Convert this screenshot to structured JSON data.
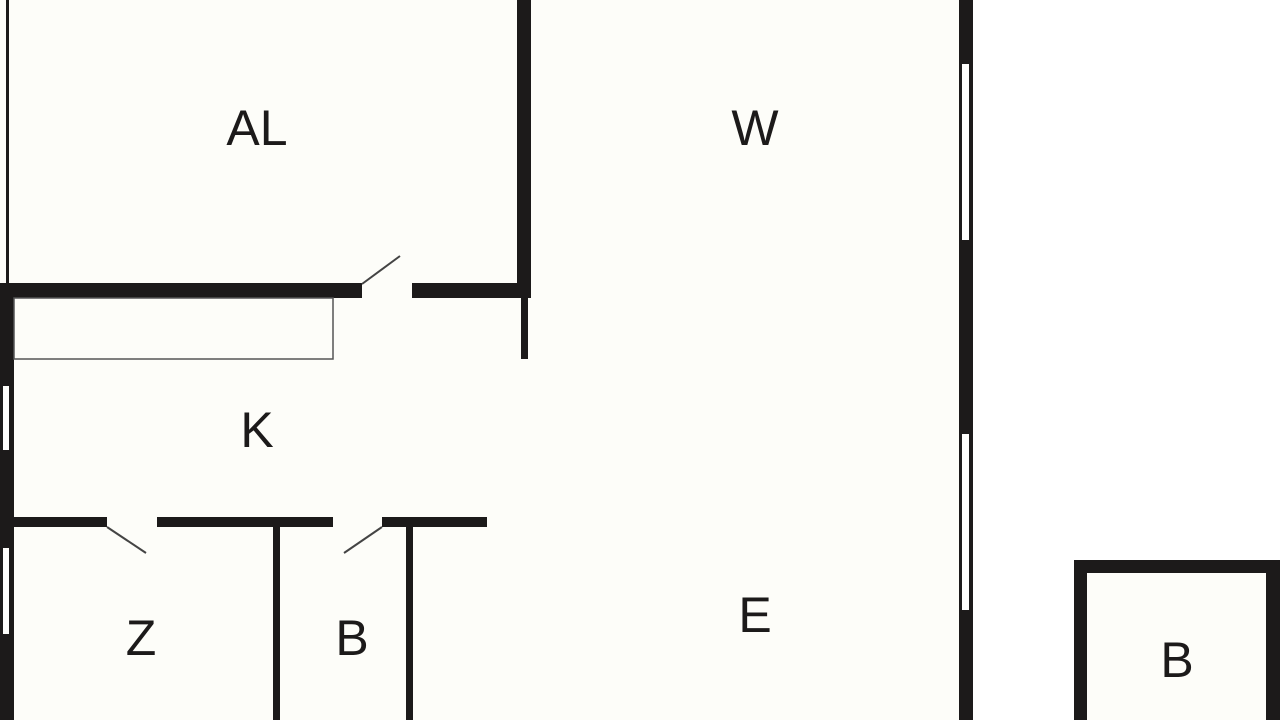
{
  "rooms": [
    {
      "id": "al",
      "label": "AL"
    },
    {
      "id": "w",
      "label": "W"
    },
    {
      "id": "k",
      "label": "K"
    },
    {
      "id": "z",
      "label": "Z"
    },
    {
      "id": "b1",
      "label": "B"
    },
    {
      "id": "e",
      "label": "E"
    },
    {
      "id": "b2",
      "label": "B"
    }
  ],
  "colors": {
    "wall": "#1c1a1a",
    "floor": "#fdfdf9",
    "exterior": "#ffffff"
  }
}
